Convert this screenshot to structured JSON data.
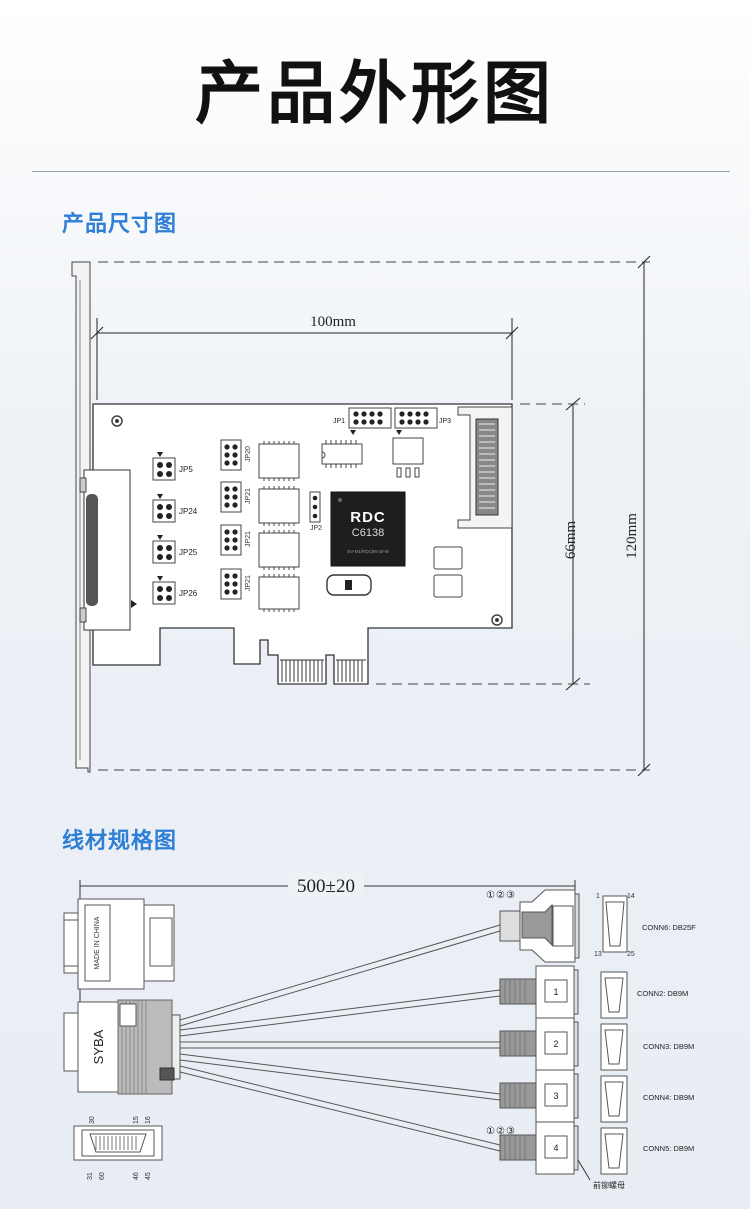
{
  "header": {
    "title": "产品外形图"
  },
  "sections": {
    "dimension": {
      "title": "产品尺寸图"
    },
    "cable": {
      "title": "线材规格图"
    }
  },
  "board": {
    "dim_100": "100mm",
    "dim_66": "66mm",
    "dim_120": "120mm",
    "chip_brand": "RDC",
    "chip_model": "C6138",
    "chip_sub": "EV-M1/RDC88-40-M",
    "jumpers": {
      "jp1": "JP1",
      "jp3": "JP3",
      "jp5": "JP5",
      "jp24": "JP24",
      "jp25": "JP25",
      "jp26": "JP26",
      "jp20": "JP20",
      "jp21a": "JP21",
      "jp21b": "JP21",
      "jp21c": "JP21",
      "jp2": "JP2"
    }
  },
  "cable": {
    "length": "500±20",
    "made_in": "MADE IN CHINA",
    "brand": "SYBA",
    "pins": {
      "p30": "30",
      "p15": "15",
      "p16": "16",
      "p31": "31",
      "p60": "60",
      "p46": "46",
      "p45": "45"
    },
    "connectors": [
      {
        "label": "CONN6: DB25F"
      },
      {
        "label": "CONN2: DB9M"
      },
      {
        "label": "CONN3: DB9M"
      },
      {
        "label": "CONN4: DB9M"
      },
      {
        "label": "CONN5: DB9M"
      }
    ],
    "plug_numbers": [
      "1",
      "2",
      "3",
      "4"
    ],
    "db25_pins": {
      "p1": "1",
      "p14": "14",
      "p13": "13",
      "p25": "25"
    },
    "screw_note": "前铆螺母",
    "callout_digits": [
      "①",
      "②",
      "③"
    ]
  }
}
